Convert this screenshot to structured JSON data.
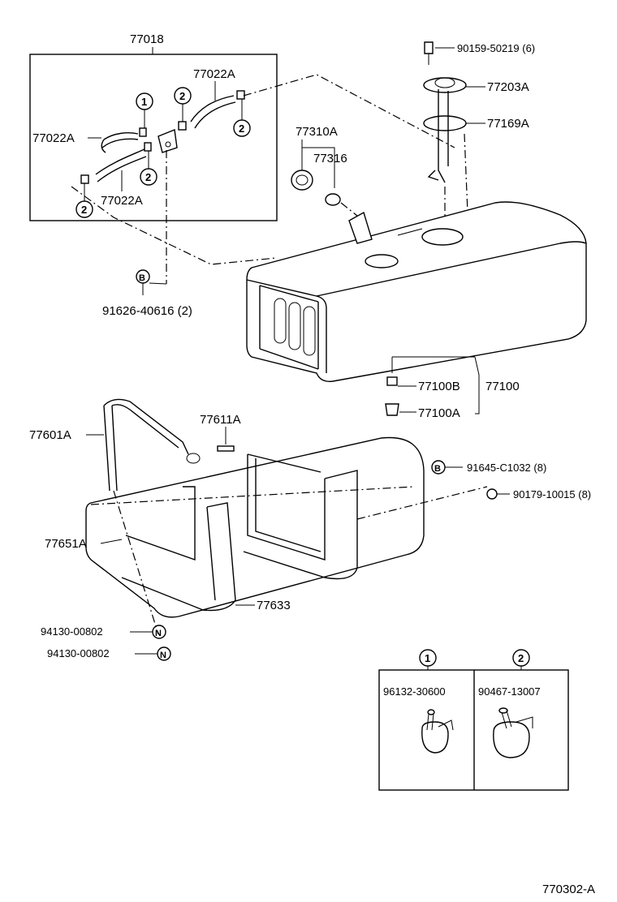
{
  "labels": {
    "kit_77018": "77018",
    "hose_upper": "77022A",
    "hose_left": "77022A",
    "hose_lower": "77022A",
    "clamp_ref_1": "1",
    "clamp_ref_2a": "2",
    "clamp_ref_2b": "2",
    "clamp_ref_2c": "2",
    "clamp_ref_2d": "2",
    "bolt_91626": "91626-40616 (2)",
    "bolt_b_mark": "B",
    "bolt_90159": "90159-50219 (6)",
    "gauge_77203": "77203A",
    "gasket_77169": "77169A",
    "cap_77310": "77310A",
    "gasket_77316": "77316",
    "plug_77100b": "77100B",
    "plug_77100a": "77100A",
    "tank_77100": "77100",
    "band_77601": "77601A",
    "pin_77611": "77611A",
    "bolt_91645": "91645-C1032 (8)",
    "bolt_91645_mark": "B",
    "nut_90179": "90179-10015 (8)",
    "protector_77651": "77651A",
    "bracket_77633": "77633",
    "nut_94130_a": "94130-00802",
    "nut_94130_b": "94130-00802",
    "nut_n_mark_a": "N",
    "nut_n_mark_b": "N",
    "diagram_code": "770302-A"
  },
  "legend": {
    "ref_1": "1",
    "ref_2": "2",
    "part_1": "96132-30600",
    "part_2": "90467-13007"
  }
}
